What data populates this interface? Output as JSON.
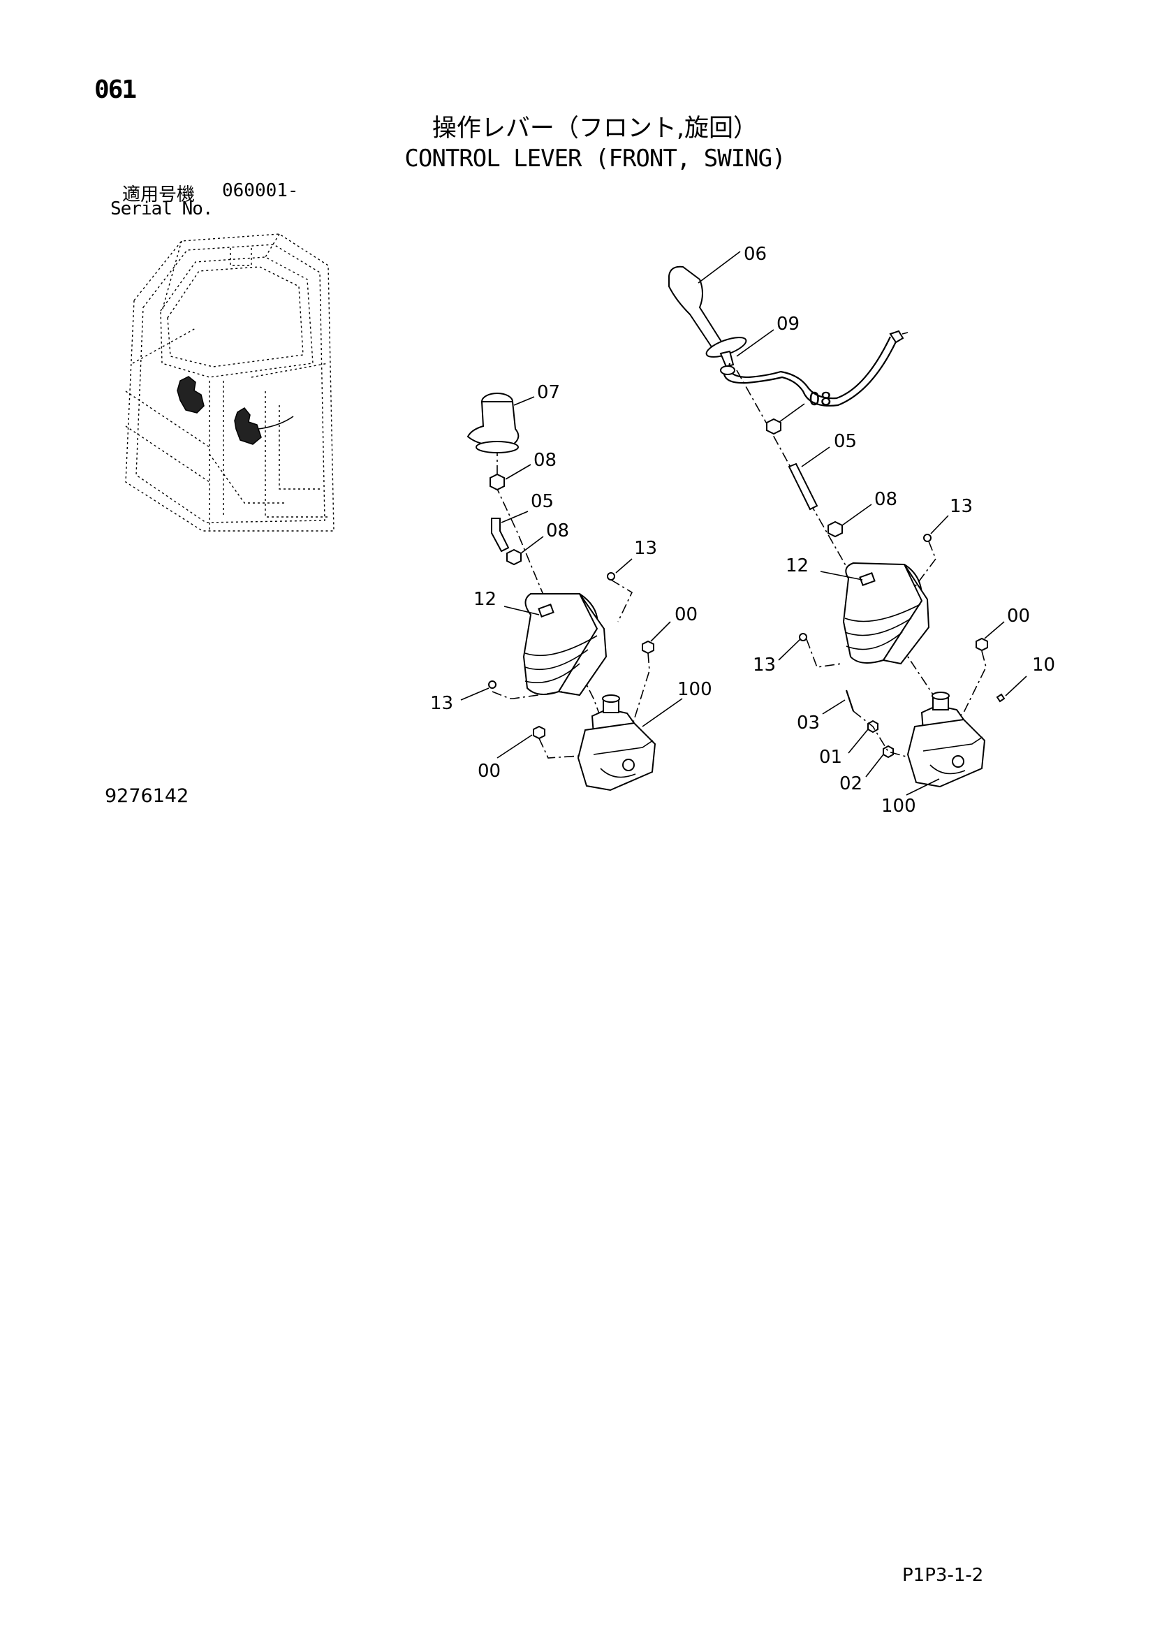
{
  "header": {
    "page_number": "061",
    "title_jp": "操作レバー（フロント,旋回）",
    "title_en": "CONTROL LEVER (FRONT, SWING)"
  },
  "serial": {
    "label_jp": "適用号機",
    "range": "060001-",
    "label_en": "Serial No."
  },
  "footer": {
    "drawing_number": "9276142",
    "sheet_ref": "P1P3-1-2"
  },
  "diagram": {
    "callouts": {
      "left_07": "07",
      "left_08_top": "08",
      "left_05": "05",
      "left_08_bottom": "08",
      "left_13_top": "13",
      "left_12": "12",
      "left_00_top": "00",
      "left_13_bottom": "13",
      "left_100": "100",
      "left_00_bottom": "00",
      "right_06": "06",
      "right_09": "09",
      "right_08_top": "08",
      "right_05": "05",
      "right_08_mid": "08",
      "right_13_top": "13",
      "right_12": "12",
      "right_13_left": "13",
      "right_00": "00",
      "right_10": "10",
      "right_03": "03",
      "right_01": "01",
      "right_02": "02",
      "right_100": "100"
    }
  }
}
